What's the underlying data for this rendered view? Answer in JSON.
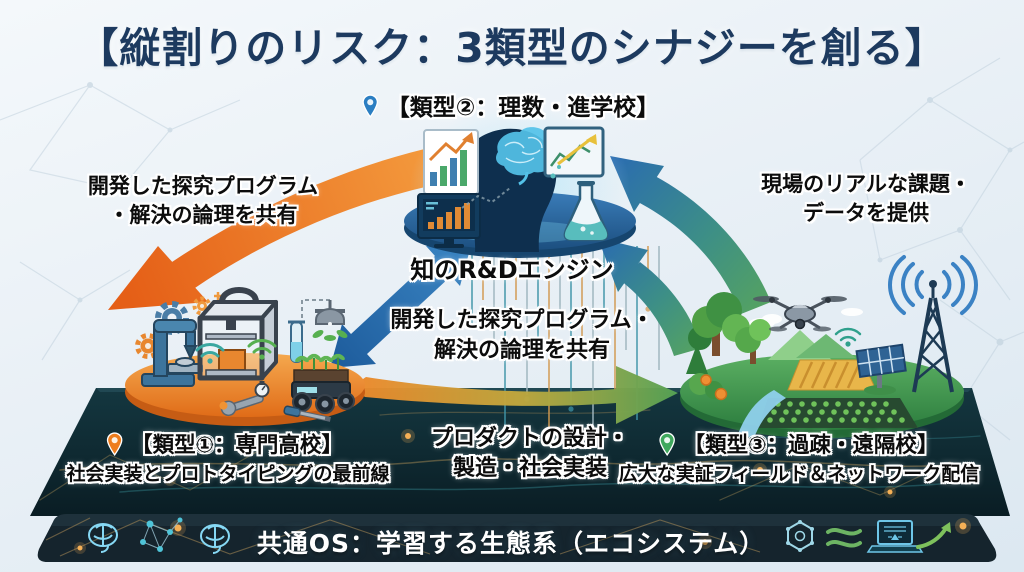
{
  "title": "【縦割りのリスク：3類型のシナジーを創る】",
  "nodes": {
    "type2": {
      "label": "【類型②：理数・進学校】",
      "pin_icon": "map-pin",
      "pin_color": "#2b7ec2"
    },
    "engine": {
      "label": "知のR&Dエンジン"
    },
    "type1": {
      "label": "【類型①：専門高校】",
      "subtitle": "社会実装とプロトタイピングの最前線",
      "pin_icon": "map-pin",
      "pin_color": "#ee7d1d"
    },
    "type3": {
      "label": "【類型③：過疎・遠隔校】",
      "subtitle": "広大な実証フィールド＆ネットワーク配信",
      "pin_icon": "map-pin",
      "pin_color": "#3fa85d"
    }
  },
  "flows": {
    "share_left": {
      "lines": [
        "開発した探究プログラム",
        "・解決の論理を共有"
      ],
      "arrow_color": "#ed7d22"
    },
    "share_center": {
      "lines": [
        "開発した探究プログラム・",
        "解決の論理を共有"
      ],
      "arrow_color": "#2a6ea8"
    },
    "provide_right": {
      "lines": [
        "現場のリアルな課題・",
        "データを提供"
      ],
      "arrow_color": "#2a6cb0→#57a45e"
    },
    "product_bottom": {
      "lines": [
        "プロダクトの設計・",
        "製造・社会実装"
      ],
      "arrow_color": "#ea8a2c→#55a255"
    }
  },
  "footer": {
    "label": "共通OS：学習する生態系（エコシステム）",
    "left_icons": [
      "brain",
      "network-nodes",
      "brain"
    ],
    "right_icons": [
      "hexagon-network",
      "leaf-waves",
      "laptop-learning",
      "growth-arrow"
    ]
  },
  "colors": {
    "title_navy": "#1d3a5f",
    "platform_blue": "#2a6699",
    "platform_orange": "#e8821f",
    "platform_green": "#3f8f49",
    "ground_dark": "#0e242b",
    "circuit_gold": "#c9a45e",
    "circuit_teal": "#3fa0a8"
  }
}
